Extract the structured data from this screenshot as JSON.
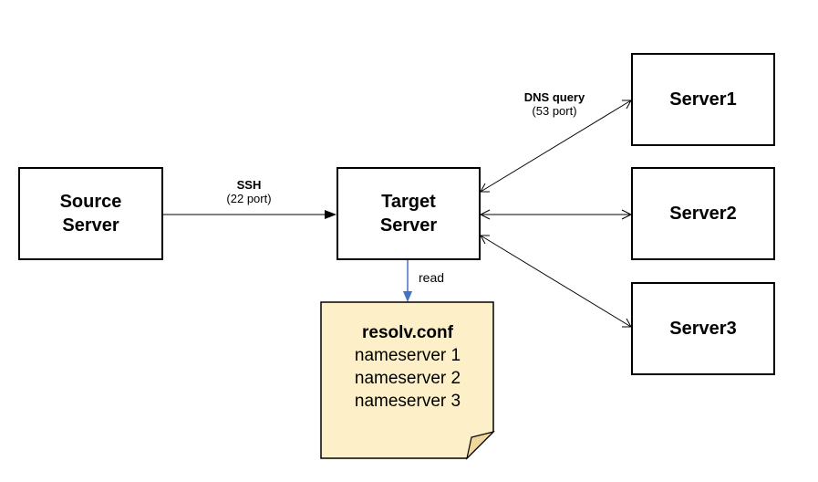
{
  "nodes": {
    "source": {
      "line1": "Source",
      "line2": "Server"
    },
    "target": {
      "line1": "Target",
      "line2": "Server"
    },
    "server1": {
      "label": "Server1"
    },
    "server2": {
      "label": "Server2"
    },
    "server3": {
      "label": "Server3"
    }
  },
  "edges": {
    "ssh": {
      "label": "SSH",
      "sublabel": "(22 port)"
    },
    "dns": {
      "label": "DNS query",
      "sublabel": "(53 port)"
    },
    "read": {
      "label": "read"
    }
  },
  "note": {
    "title": "resolv.conf",
    "lines": [
      "nameserver 1",
      "nameserver 2",
      "nameserver 3"
    ],
    "fill_color": "#fdf0c8",
    "corner_color": "#f0d89c"
  },
  "colors": {
    "read_arrow": "#4472c4"
  }
}
